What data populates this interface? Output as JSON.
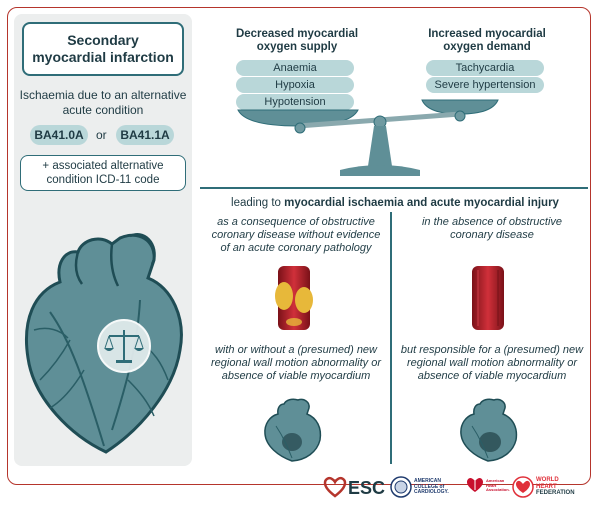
{
  "left": {
    "title": "Secondary myocardial infarction",
    "description": "Ischaemia due to an alternative acute condition",
    "code1": "BA41.0A",
    "or": "or",
    "code2": "BA41.1A",
    "associated": "+ associated alternative condition ICD-11 code"
  },
  "balance": {
    "supply_heading": "Decreased myocardial oxygen supply",
    "supply_items": [
      "Anaemia",
      "Hypoxia",
      "Hypotension"
    ],
    "demand_heading": "Increased myocardial oxygen demand",
    "demand_items": [
      "Tachycardia",
      "Severe hypertension"
    ]
  },
  "leading": {
    "prefix": "leading to",
    "bold": "myocardial ischaemia and acute myocardial injury"
  },
  "left_column": {
    "top": "as a consequence of obstructive coronary disease without evidence of an acute coronary pathology",
    "bottom": "with or without a (presumed) new regional wall motion abnormality or absence of viable myocardium"
  },
  "right_column": {
    "top": "in the absence of obstructive coronary disease",
    "bottom": "but responsible for a (presumed) new regional wall motion abnormality or absence of viable myocardium"
  },
  "logos": {
    "esc": "ESC",
    "acc_line1": "AMERICAN",
    "acc_line2": "COLLEGE of",
    "acc_line3": "CARDIOLOGY.",
    "aha_line1": "American",
    "aha_line2": "Heart",
    "aha_line3": "Association.",
    "whf_line1": "WORLD",
    "whf_line2": "HEART",
    "whf_line3": "FEDERATION"
  },
  "colors": {
    "teal_dark": "#2f6d78",
    "teal_light": "#b9d7d9",
    "red_accent": "#b5352c",
    "heart_fill": "#5f8f97"
  }
}
